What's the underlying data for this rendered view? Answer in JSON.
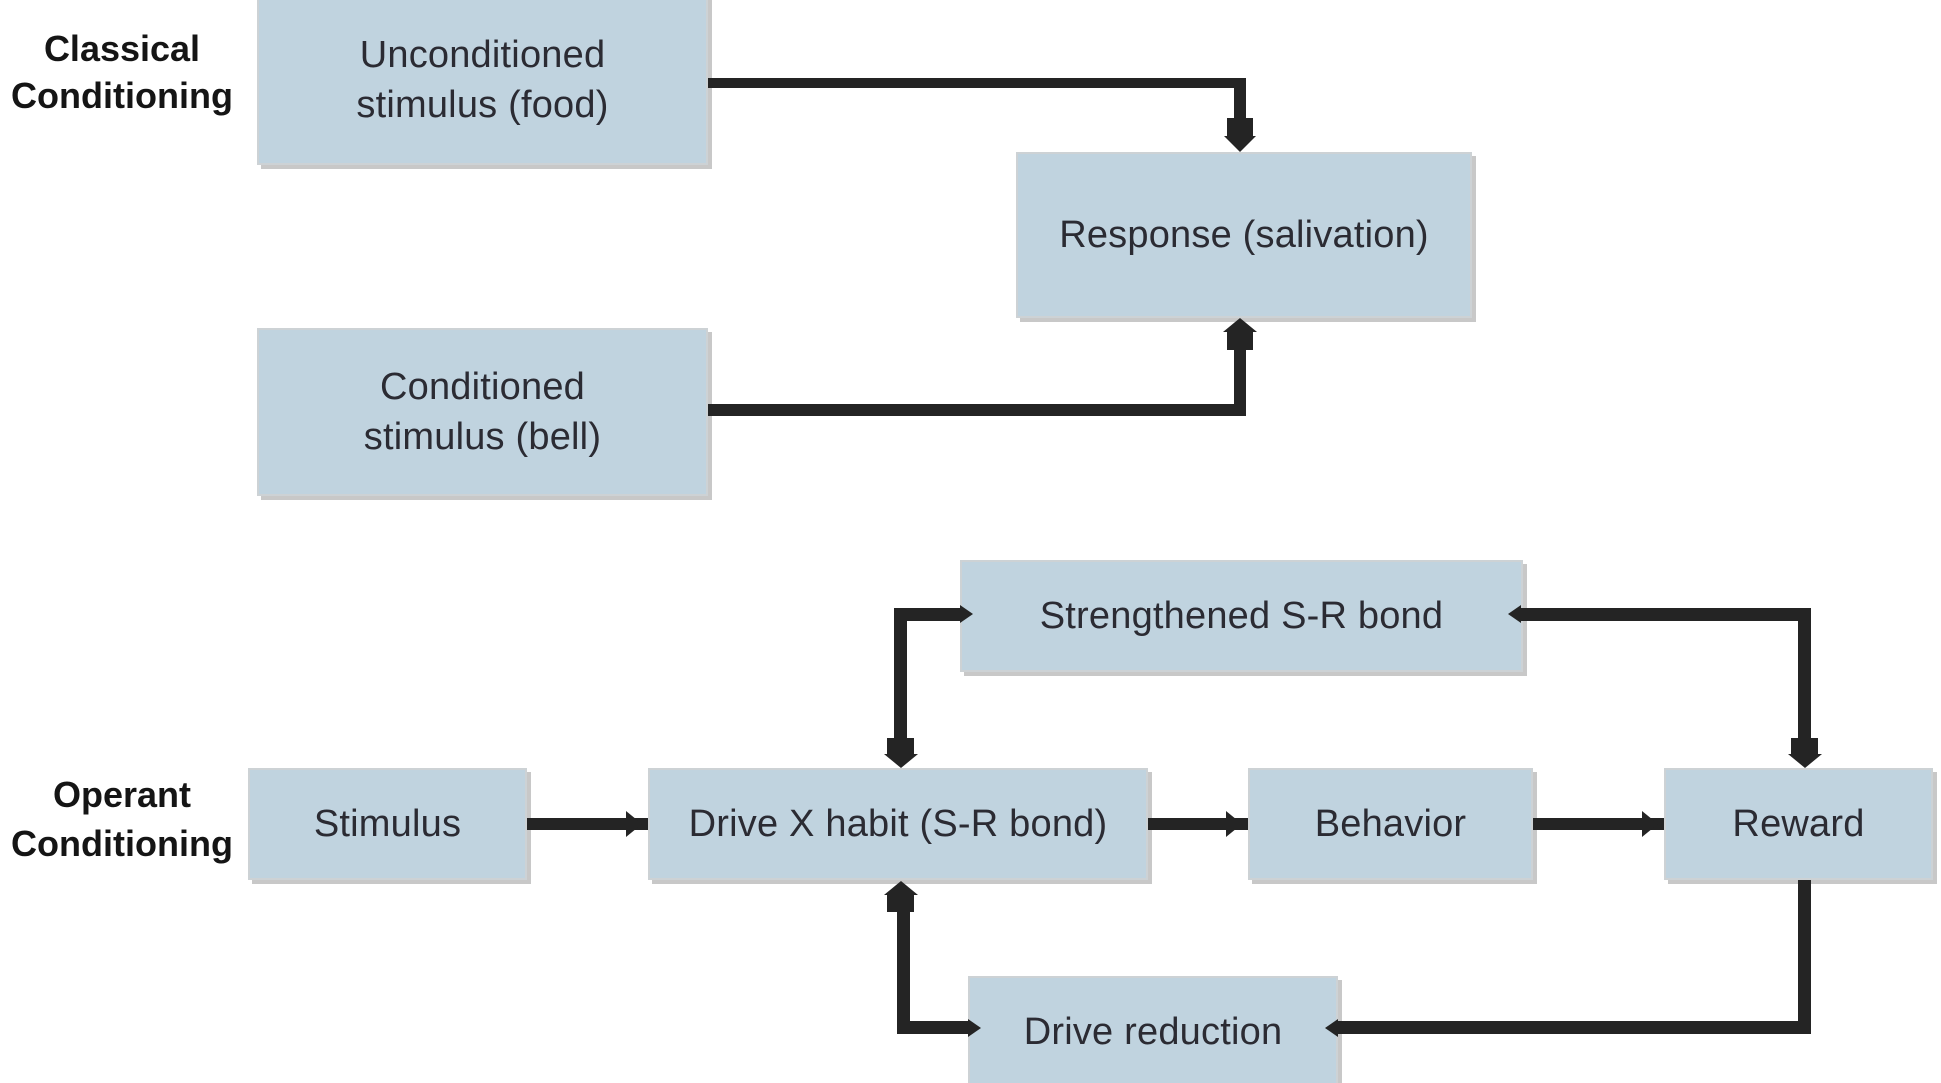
{
  "colors": {
    "bg": "#ffffff",
    "box_fill": "#c0d3df",
    "box_border": "#cdd2d5",
    "box_shadow": "#c8c8c8",
    "line": "#242424",
    "box_text": "#2b2b33",
    "label_text": "#151515"
  },
  "classical": {
    "section_label": {
      "line1": "Classical",
      "line2": "Conditioning"
    },
    "unconditioned_box": {
      "line1": "Unconditioned",
      "line2": "stimulus (food)"
    },
    "conditioned_box": {
      "line1": "Conditioned",
      "line2": "stimulus (bell)"
    },
    "response_box": {
      "text": "Response (salivation)"
    }
  },
  "operant": {
    "section_label": {
      "line1": "Operant",
      "line2": "Conditioning"
    },
    "stimulus_box": {
      "text": "Stimulus"
    },
    "drive_habit_box": {
      "text": "Drive X habit (S-R bond)"
    },
    "behavior_box": {
      "text": "Behavior"
    },
    "reward_box": {
      "text": "Reward"
    },
    "strengthened_box": {
      "text": "Strengthened S-R bond"
    },
    "drive_reduction_box": {
      "text": "Drive reduction"
    }
  }
}
